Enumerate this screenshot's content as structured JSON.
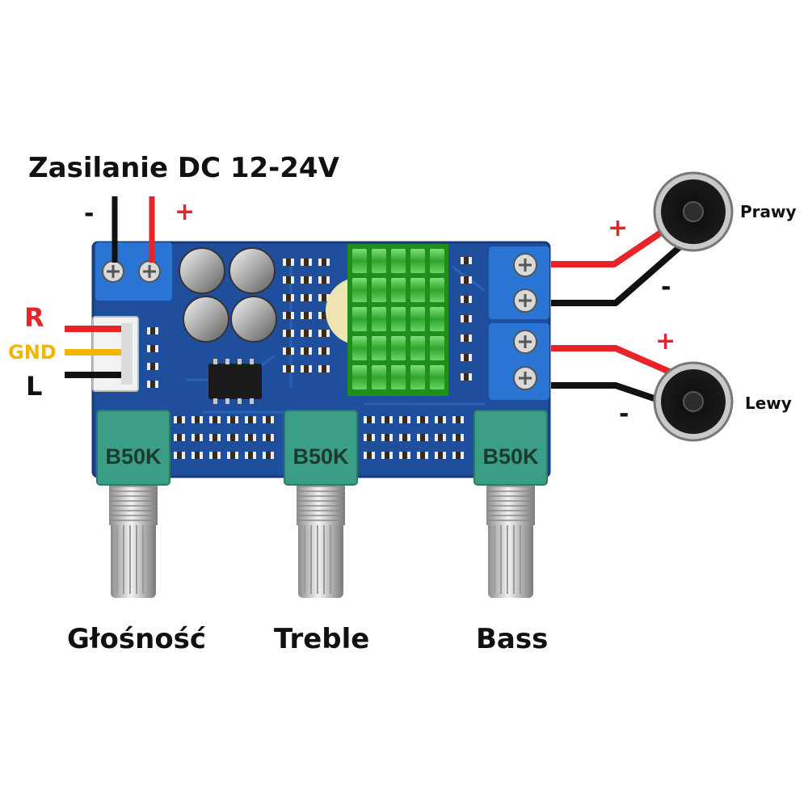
{
  "title": "Zasilanie DC 12-24V",
  "power": {
    "minus": "-",
    "plus": "+"
  },
  "input": {
    "r": "R",
    "gnd": "GND",
    "l": "L"
  },
  "speakers": {
    "right": {
      "label": "Prawy",
      "plus": "+",
      "minus": "-"
    },
    "left": {
      "label": "Lewy",
      "plus": "+",
      "minus": "-"
    }
  },
  "pots": [
    {
      "marking": "B50K",
      "label": "Głośność"
    },
    {
      "marking": "B50K",
      "label": "Treble"
    },
    {
      "marking": "B50K",
      "label": "Bass"
    }
  ],
  "colors": {
    "pcb": "#1f4f9c",
    "wire_red": "#e8242b",
    "wire_black": "#111111",
    "wire_yellow": "#f5b400",
    "label_red": "#e8242b",
    "label_yellow": "#f2b600",
    "heatsink": "#3dbb3a",
    "terminal": "#2a75d3",
    "pot_body": "#3a9e86"
  }
}
